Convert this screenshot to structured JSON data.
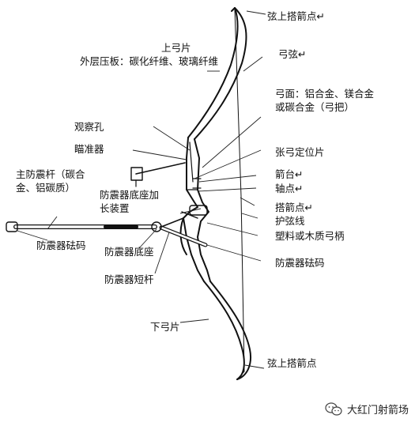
{
  "labels": {
    "top_nock": "弦上搭箭点↵",
    "bowstring": "弓弦↵",
    "upper_limb": "上弓片",
    "limb_laminate": "外层压板：碳化纤维、玻璃纤维",
    "riser": "弓面：铝合金、镁合金或碳合金（弓把）",
    "peep": "观察孔",
    "sight": "瞄准器",
    "plunger": "张弓定位片",
    "stabilizer": "主防震杆（碳合金、铝碳质）",
    "arrow_rest": "箭台↵",
    "pivot": "轴点↵",
    "extender": "防震器底座加长装置",
    "nock_point": "搭箭点↵",
    "serving": "护弦线",
    "grip": "塑料或木质弓柄",
    "weight_left": "防震器砝码",
    "weight_right": "防震器砝码",
    "stab_base": "防震器底座",
    "short_rod": "防震器短杆",
    "lower_limb": "下弓片",
    "bottom_nock": "弦上搭箭点"
  },
  "watermark": {
    "text": "大红门射箭场",
    "icon": "wechat-icon"
  }
}
